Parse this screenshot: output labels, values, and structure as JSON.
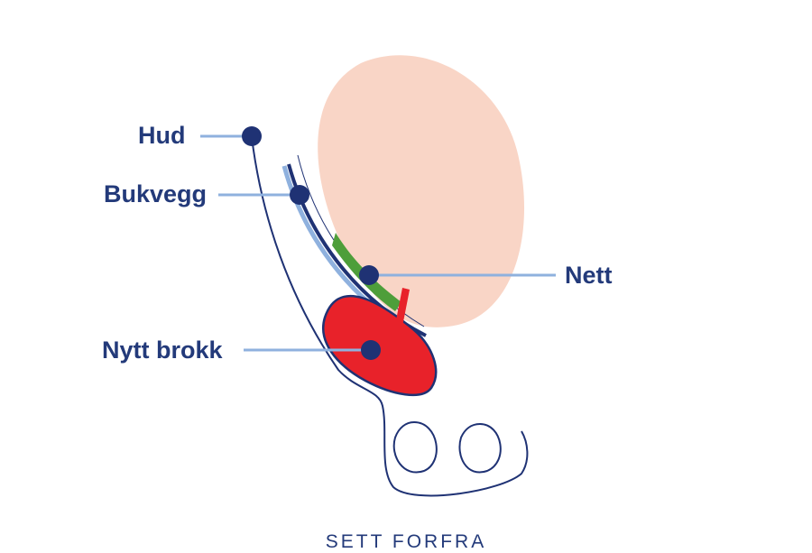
{
  "labels": {
    "hud": "Hud",
    "bukvegg": "Bukvegg",
    "nett": "Nett",
    "nytt_brokk": "Nytt brokk"
  },
  "caption": "SETT FORFRA",
  "colors": {
    "label_text": "#233a7a",
    "leader_line": "#8fb1de",
    "dot": "#1f3274",
    "outline": "#1f3274",
    "organ_fill": "#f9d5c6",
    "hernia_fill": "#e8222a",
    "mesh_fill": "#4e9e3a",
    "wall_light": "#8fb1de"
  }
}
